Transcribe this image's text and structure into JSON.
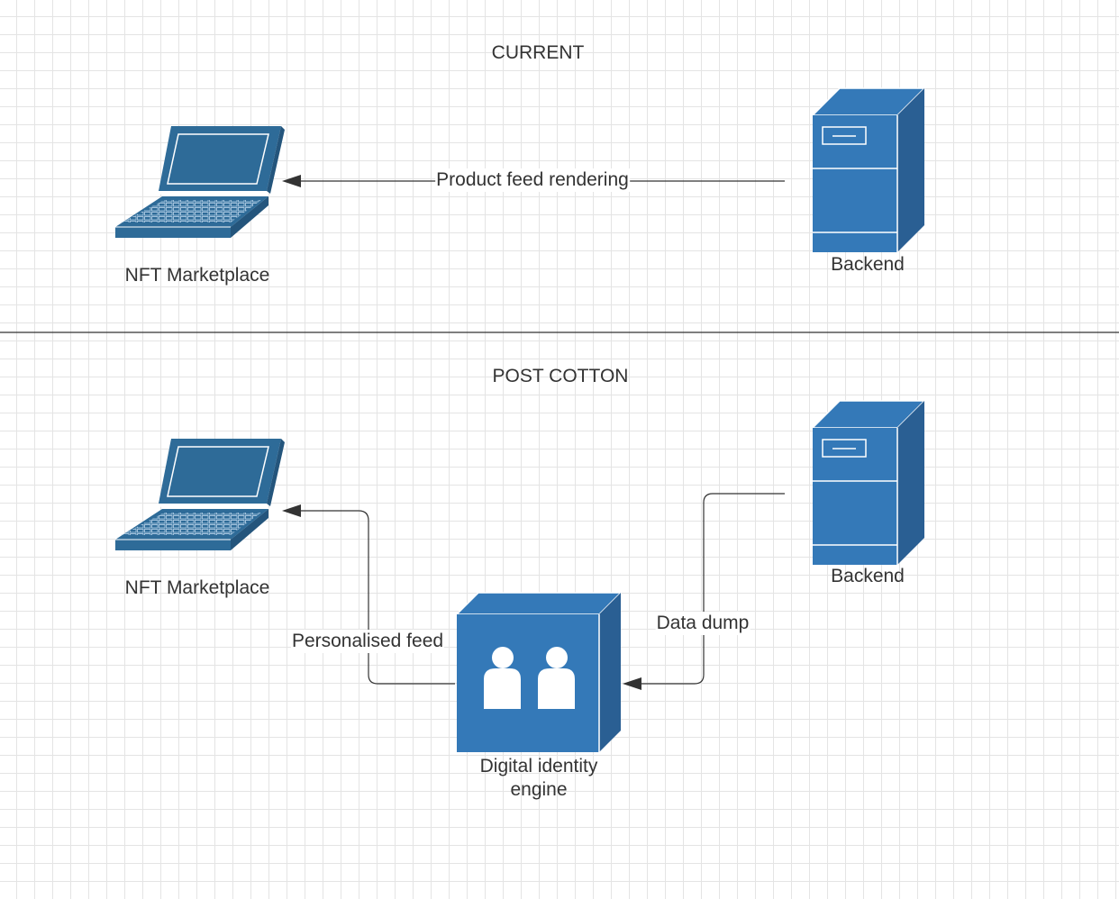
{
  "sections": {
    "current": {
      "title": "CURRENT",
      "laptop_label": "NFT Marketplace",
      "server_label": "Backend",
      "edge_label": "Product feed rendering"
    },
    "post": {
      "title": "POST COTTON",
      "laptop_label": "NFT Marketplace",
      "server_label": "Backend",
      "engine_label": "Digital identity engine",
      "feed_label": "Personalised feed",
      "dump_label": "Data dump"
    }
  },
  "icons": [
    "laptop-icon",
    "server-icon",
    "users-cube-icon",
    "arrow-head-icon"
  ],
  "colors": {
    "laptop": "#2e6b98",
    "server_front": "#3479b8",
    "server_side": "#2a5f93",
    "edge": "#333333",
    "divider": "#333333",
    "grid": "#e4e4e4"
  }
}
